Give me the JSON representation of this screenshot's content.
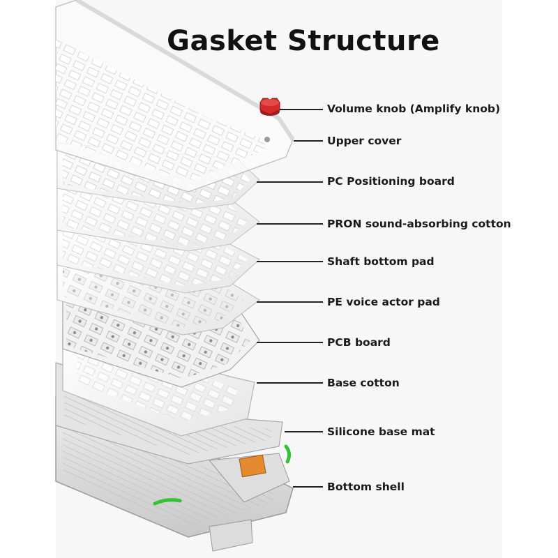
{
  "title": "Gasket Structure",
  "layers": [
    {
      "label": "Volume knob (Amplify knob)",
      "icon": "red-knob"
    },
    {
      "label": "Upper cover",
      "icon": "transparent-top-case"
    },
    {
      "label": "PC Positioning board",
      "icon": "plate"
    },
    {
      "label": "PRON sound-absorbing cotton",
      "icon": "foam-sheet"
    },
    {
      "label": "Shaft bottom pad",
      "icon": "switch-pad"
    },
    {
      "label": "PE voice actor pad",
      "icon": "pe-pad"
    },
    {
      "label": "PCB board",
      "icon": "pcb"
    },
    {
      "label": "Base cotton",
      "icon": "base-foam"
    },
    {
      "label": "Silicone base mat",
      "icon": "silicone-mat"
    },
    {
      "label": "Bottom shell",
      "icon": "bottom-case"
    }
  ],
  "colors": {
    "knob": "#d42a2a",
    "gasket_strip": "#35c236",
    "label_text": "#1a1a1a",
    "panel_bg": "#f7f7f7"
  }
}
